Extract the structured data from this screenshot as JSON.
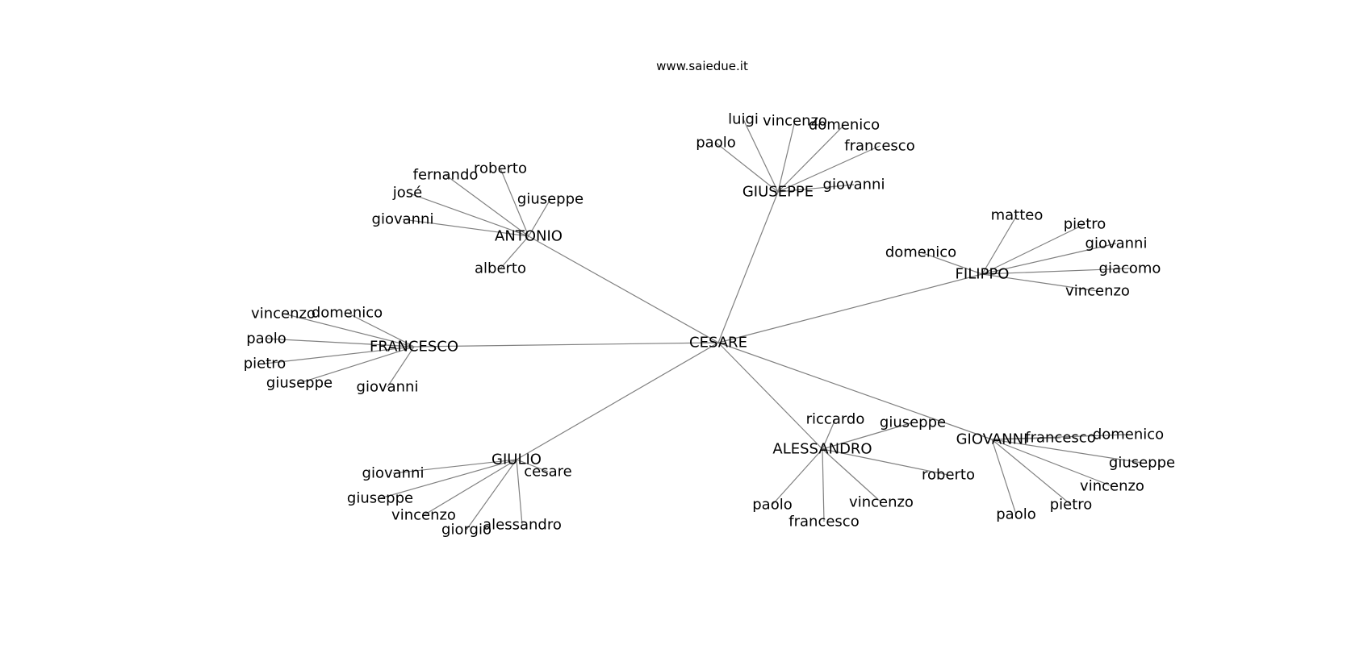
{
  "watermark": "www.saiedue.it",
  "root": "CESARE",
  "groups": [
    {
      "name": "ANTONIO",
      "children": [
        "roberto",
        "fernando",
        "josé",
        "giuseppe",
        "giovanni",
        "alberto"
      ]
    },
    {
      "name": "GIUSEPPE",
      "children": [
        "luigi",
        "vincenzo",
        "domenico",
        "paolo",
        "francesco",
        "giovanni"
      ]
    },
    {
      "name": "FILIPPO",
      "children": [
        "matteo",
        "pietro",
        "giovanni",
        "domenico",
        "giacomo",
        "vincenzo"
      ]
    },
    {
      "name": "FRANCESCO",
      "children": [
        "vincenzo",
        "domenico",
        "paolo",
        "pietro",
        "giuseppe",
        "giovanni"
      ]
    },
    {
      "name": "GIULIO",
      "children": [
        "giovanni",
        "cesare",
        "giuseppe",
        "vincenzo",
        "giorgio",
        "alessandro"
      ]
    },
    {
      "name": "ALESSANDRO",
      "children": [
        "riccardo",
        "giuseppe",
        "roberto",
        "paolo",
        "vincenzo",
        "francesco"
      ]
    },
    {
      "name": "GIOVANNI",
      "children": [
        "francesco",
        "domenico",
        "giuseppe",
        "vincenzo",
        "pietro",
        "paolo"
      ]
    }
  ]
}
